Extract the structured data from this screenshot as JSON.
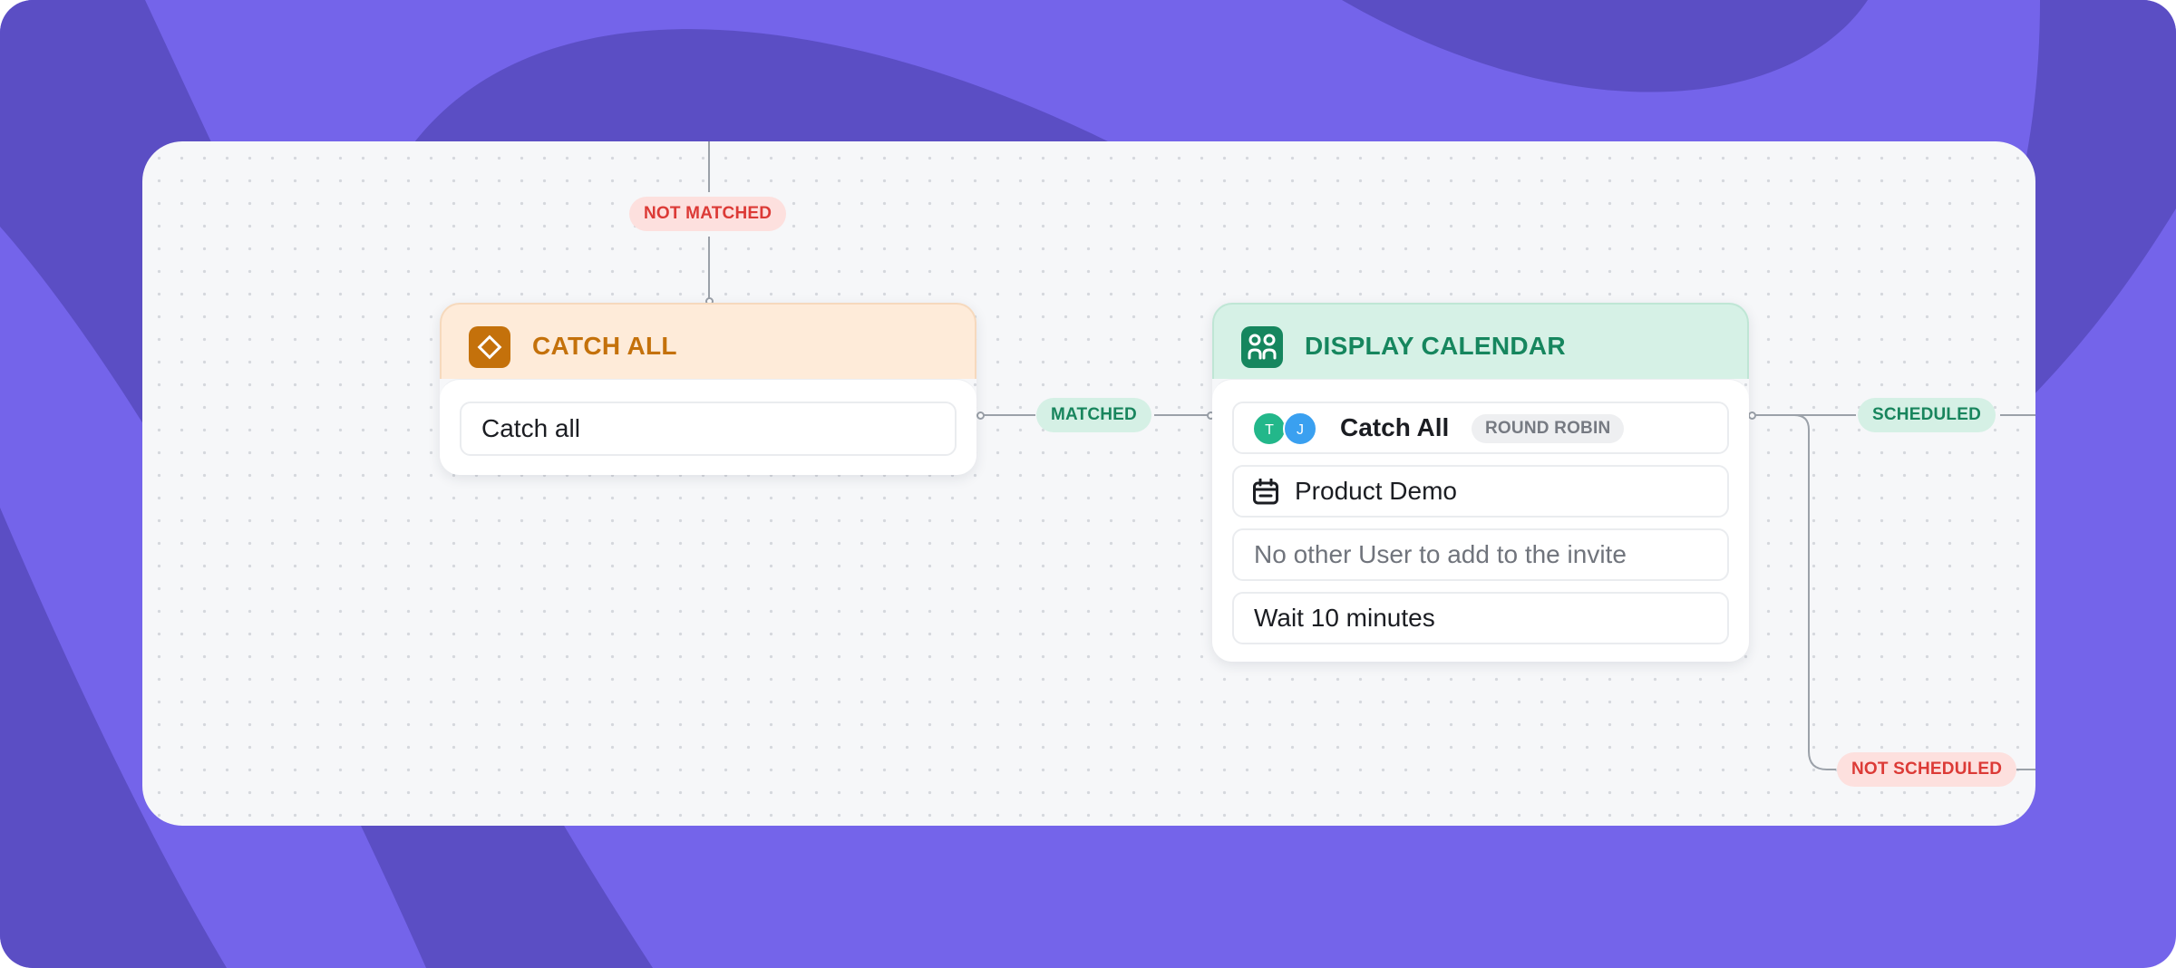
{
  "labels": {
    "not_matched": "NOT MATCHED",
    "matched": "MATCHED",
    "scheduled": "SCHEDULED",
    "not_scheduled": "NOT SCHEDULED"
  },
  "catch_all_node": {
    "title": "CATCH ALL",
    "icon": "diamond-icon",
    "accent": "#c4710b",
    "header_bg": "#feebd9",
    "rows": [
      "Catch all"
    ]
  },
  "display_calendar_node": {
    "title": "DISPLAY CALENDAR",
    "icon": "team-users-icon",
    "accent": "#16865e",
    "header_bg": "#d6f1e6",
    "assignment": {
      "avatars": [
        "T",
        "J"
      ],
      "name": "Catch All",
      "tag": "ROUND ROBIN"
    },
    "meeting": {
      "icon": "calendar-icon",
      "name": "Product Demo"
    },
    "invite_note": "No other User to add to the invite",
    "wait": "Wait 10 minutes"
  },
  "colors": {
    "background": "#7464ea",
    "canvas": "#f6f7f9",
    "negative": "#dc3a36",
    "positive": "#18855d"
  }
}
